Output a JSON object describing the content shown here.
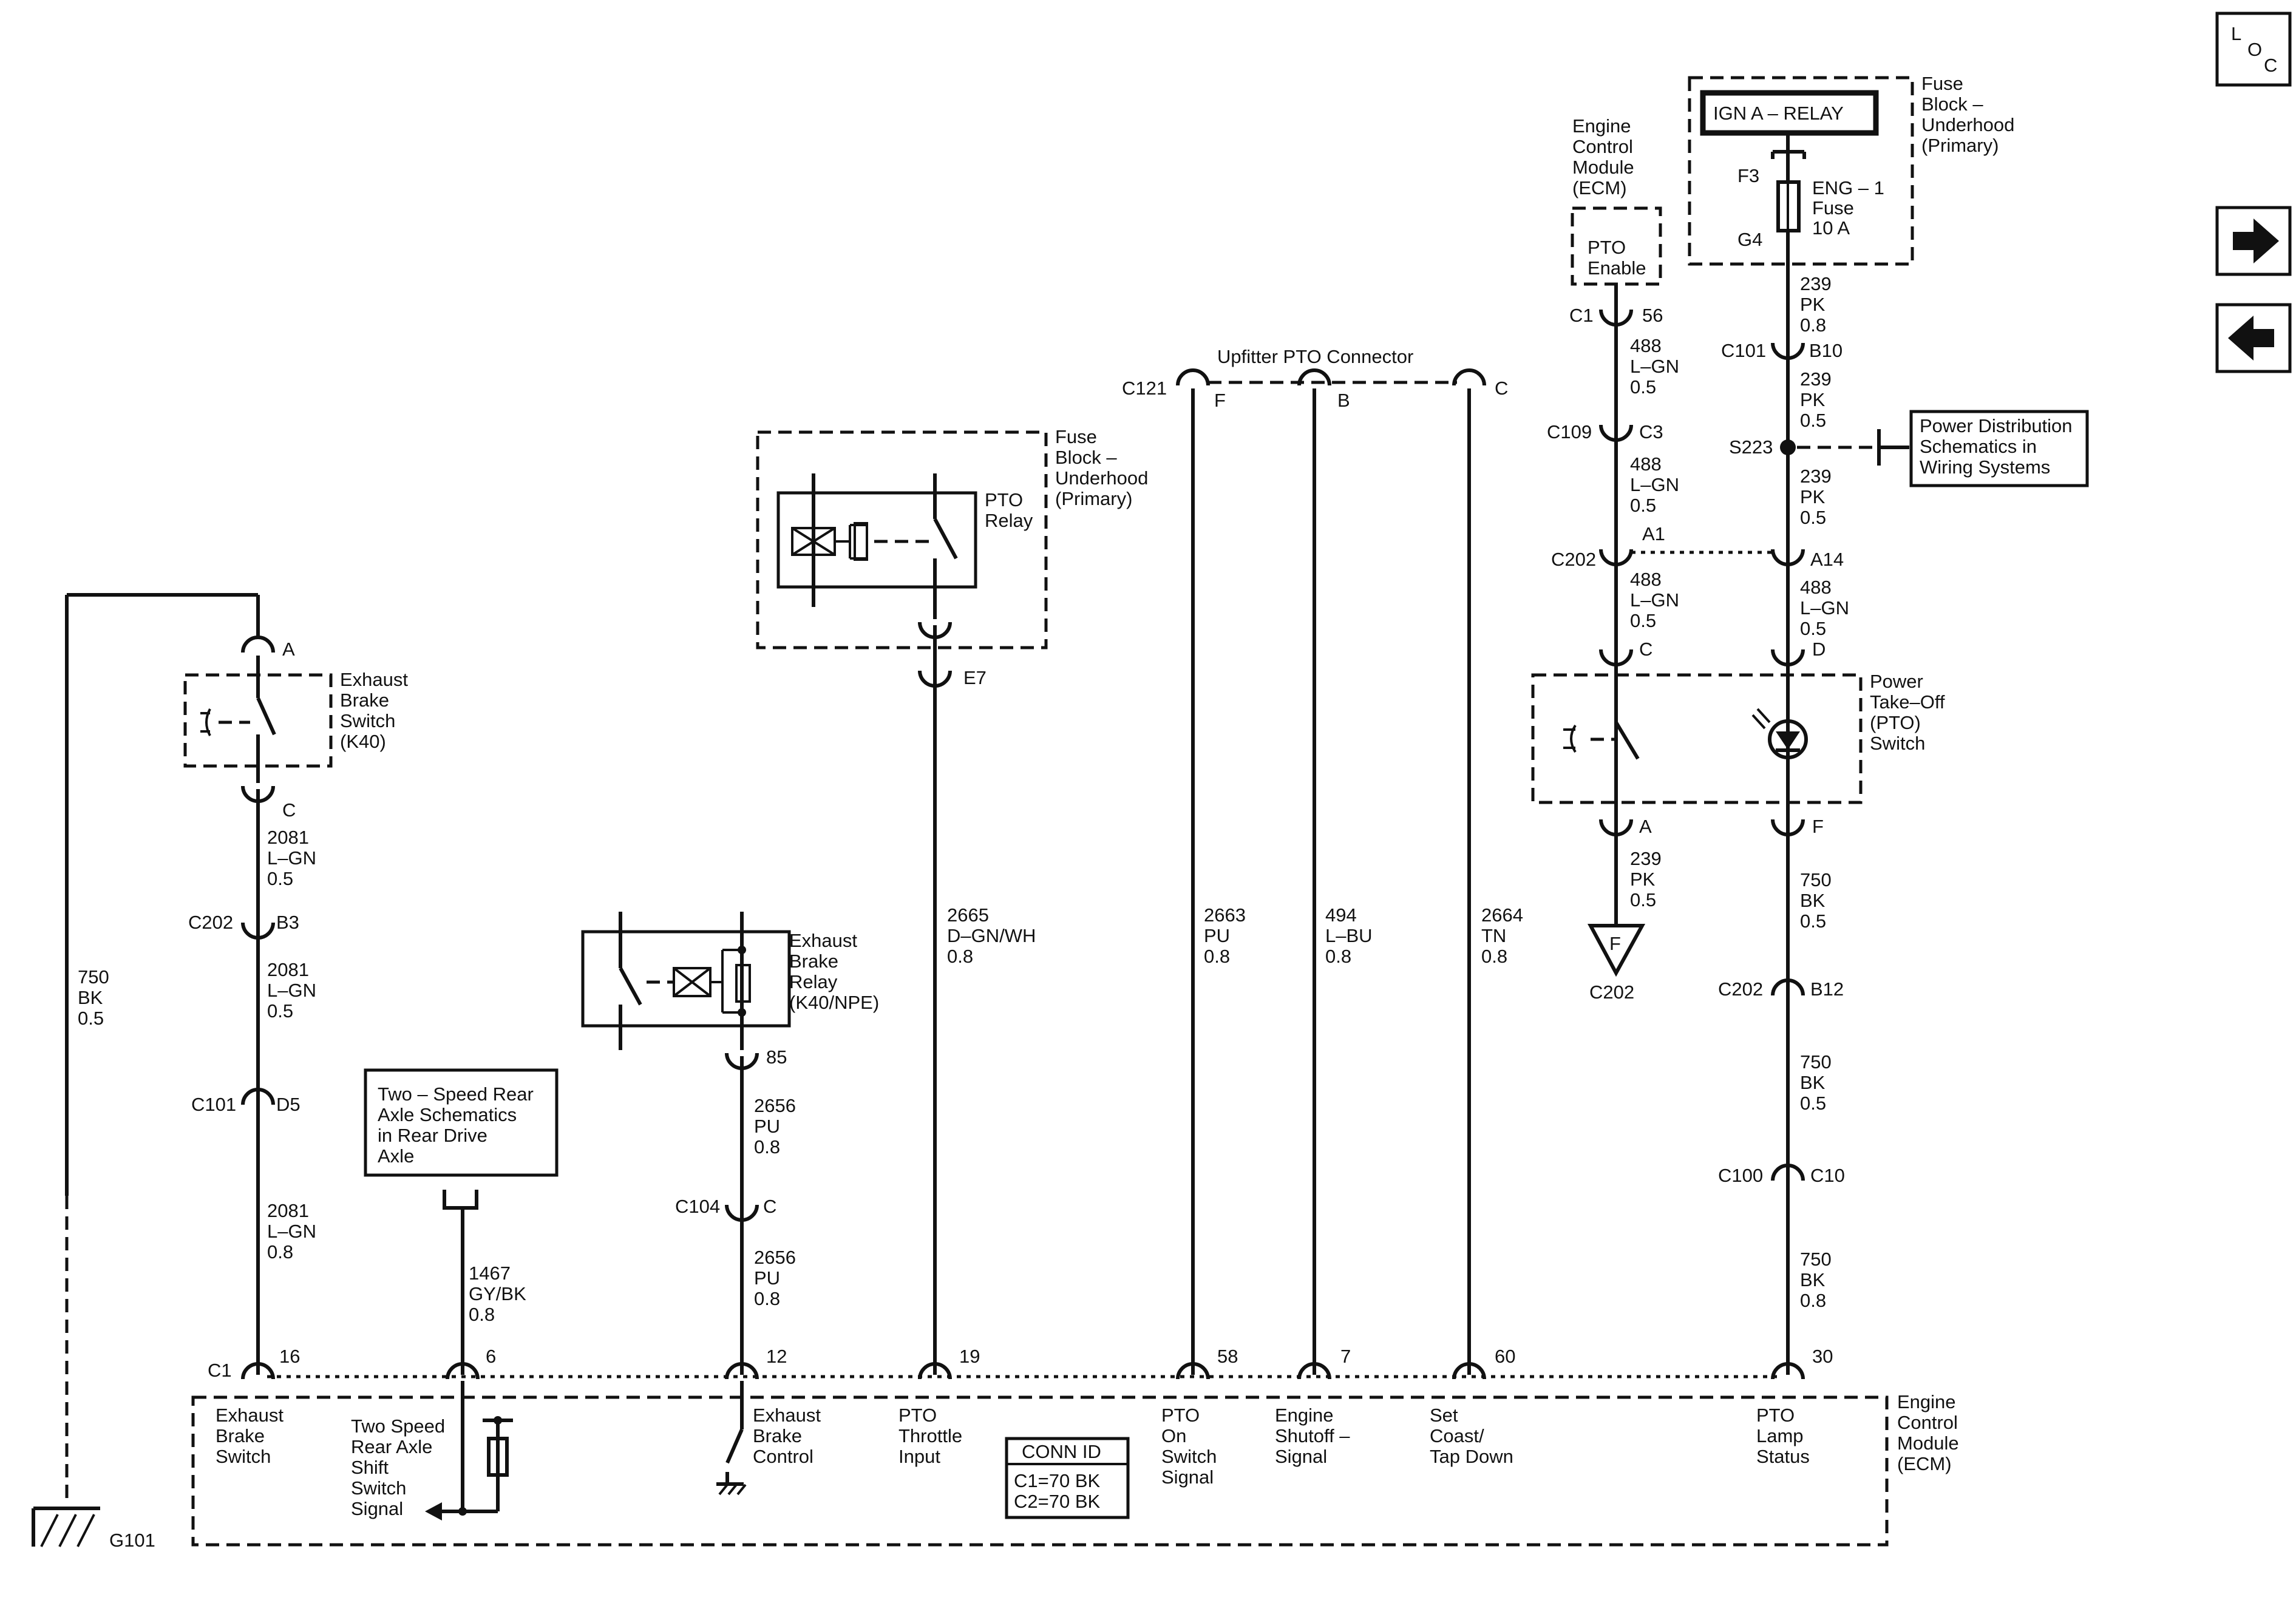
{
  "nav": {
    "loc_l": "L",
    "loc_o": "O",
    "loc_c": "C"
  },
  "fuse_block_top": {
    "title": [
      "Fuse",
      "Block –",
      "Underhood",
      "(Primary)"
    ],
    "relay_label": "IGN A – RELAY",
    "f3": "F3",
    "g4": "G4",
    "fuse": [
      "ENG – 1",
      "Fuse",
      "10 A"
    ]
  },
  "ecm_top": {
    "title": [
      "Engine",
      "Control",
      "Module",
      "(ECM)"
    ],
    "inner": [
      "PTO",
      "Enable"
    ]
  },
  "connectors": {
    "c1_56": [
      "C1",
      "56"
    ],
    "c101_b10": [
      "C101",
      "B10"
    ],
    "c109_c3": [
      "C109",
      "C3"
    ],
    "s223": "S223",
    "c202_a1": [
      "C202",
      "A1"
    ],
    "a14": "A14",
    "c_pin": "C",
    "d_pin": "D",
    "a_pin": "A",
    "f_pin": "F",
    "c202_ref": "C202",
    "ref_f": "F",
    "c202_b12": [
      "C202",
      "B12"
    ],
    "c100_c10": [
      "C100",
      "C10"
    ],
    "c121": "C121",
    "f": "F",
    "b": "B",
    "c": "C",
    "e7": "E7",
    "pin85": "85",
    "c104_c": [
      "C104",
      "C"
    ],
    "k40_a": "A",
    "k40_c": "C",
    "c202_b3": [
      "C202",
      "B3"
    ],
    "c101_d5": [
      "C101",
      "D5"
    ],
    "g101": "G101"
  },
  "wires": {
    "w239_top": [
      "239",
      "PK",
      "0.8"
    ],
    "w239_mid": [
      "239",
      "PK",
      "0.5"
    ],
    "w239_low": [
      "239",
      "PK",
      "0.5"
    ],
    "w488_1": [
      "488",
      "L–GN",
      "0.5"
    ],
    "w488_2": [
      "488",
      "L–GN",
      "0.5"
    ],
    "w488_3": [
      "488",
      "L–GN",
      "0.5"
    ],
    "w488_4": [
      "488",
      "L–GN",
      "0.5"
    ],
    "w239_f": [
      "239",
      "PK",
      "0.5"
    ],
    "w750_1": [
      "750",
      "BK",
      "0.5"
    ],
    "w750_2": [
      "750",
      "BK",
      "0.5"
    ],
    "w750_3": [
      "750",
      "BK",
      "0.8"
    ],
    "w2663": [
      "2663",
      "PU",
      "0.8"
    ],
    "w494": [
      "494",
      "L–BU",
      "0.8"
    ],
    "w2664": [
      "2664",
      "TN",
      "0.8"
    ],
    "w2665": [
      "2665",
      "D–GN/WH",
      "0.8"
    ],
    "w2656_1": [
      "2656",
      "PU",
      "0.8"
    ],
    "w2656_2": [
      "2656",
      "PU",
      "0.8"
    ],
    "w1467": [
      "1467",
      "GY/BK",
      "0.8"
    ],
    "w2081_1": [
      "2081",
      "L–GN",
      "0.5"
    ],
    "w2081_2": [
      "2081",
      "L–GN",
      "0.5"
    ],
    "w2081_3": [
      "2081",
      "L–GN",
      "0.8"
    ],
    "w750_g": [
      "750",
      "BK",
      "0.5"
    ]
  },
  "components": {
    "power_dist": [
      "Power Distribution",
      "Schematics in",
      "Wiring  Systems"
    ],
    "pto_switch": [
      "Power",
      "Take–Off",
      "(PTO)",
      "Switch"
    ],
    "upfitter": "Upfitter PTO Connector",
    "fuse_block_mid": [
      "Fuse",
      "Block –",
      "Underhood",
      "(Primary)"
    ],
    "pto_relay": [
      "PTO",
      "Relay"
    ],
    "exh_relay": [
      "Exhaust",
      "Brake",
      "Relay",
      "(K40/NPE)"
    ],
    "two_speed_box": [
      "Two – Speed Rear",
      "Axle Schematics",
      "in Rear Drive",
      "Axle"
    ],
    "exh_switch": [
      "Exhaust",
      "Brake",
      "Switch",
      "(K40)"
    ]
  },
  "ecm_bottom": {
    "c1": "C1",
    "pins": [
      "16",
      "6",
      "12",
      "19",
      "58",
      "7",
      "60",
      "30"
    ],
    "title": [
      "Engine",
      "Control",
      "Module",
      "(ECM)"
    ],
    "labels": {
      "exhaust_switch": [
        "Exhaust",
        "Brake",
        "Switch"
      ],
      "two_speed": [
        "Two Speed",
        "Rear Axle",
        "Shift",
        "Switch",
        "Signal"
      ],
      "exhaust_control": [
        "Exhaust",
        "Brake",
        "Control"
      ],
      "pto_throttle": [
        "PTO",
        "Throttle",
        "Input"
      ],
      "pto_on": [
        "PTO",
        "On",
        "Switch",
        "Signal"
      ],
      "engine_shutoff": [
        "Engine",
        "Shutoff –",
        "Signal"
      ],
      "set_coast": [
        "Set",
        "Coast/",
        "Tap Down"
      ],
      "pto_lamp": [
        "PTO",
        "Lamp",
        "Status"
      ]
    },
    "conn_id": [
      "CONN ID",
      "C1=70 BK",
      "C2=70 BK"
    ]
  }
}
